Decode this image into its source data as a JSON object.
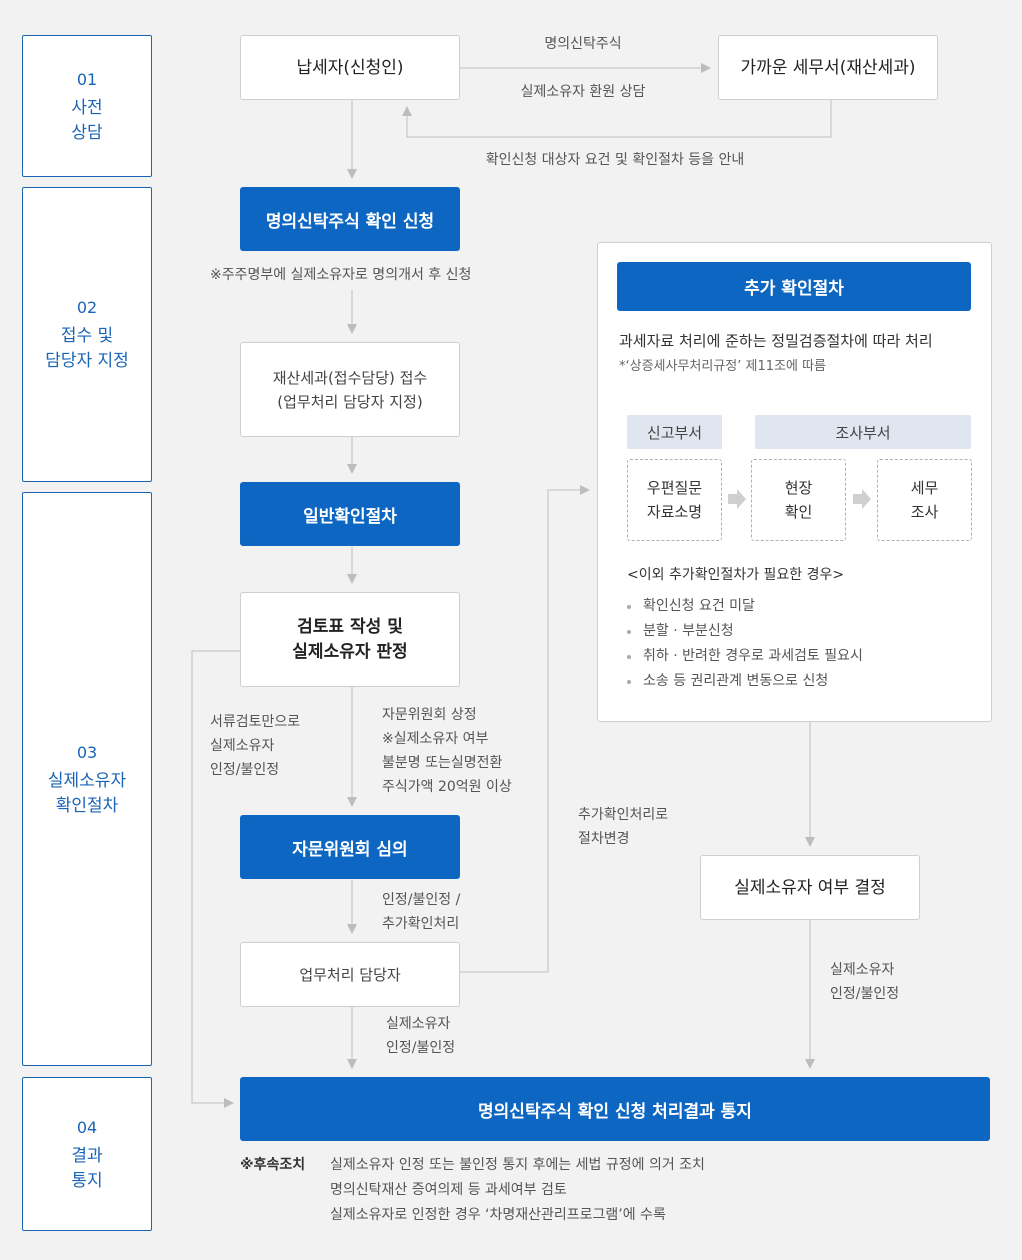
{
  "stages": [
    {
      "num": "01",
      "label": "사전\n상담"
    },
    {
      "num": "02",
      "label": "접수 및\n담당자 지정"
    },
    {
      "num": "03",
      "label": "실제소유자\n확인절차"
    },
    {
      "num": "04",
      "label": "결과\n통지"
    }
  ],
  "flow": {
    "taxpayer": "납세자(신청인)",
    "tax_office": "가까운 세무서(재산세과)",
    "consult_top": "명의신탁주식",
    "consult_bottom": "실제소유자 환원 상담",
    "guide_note": "확인신청 대상자 요건 및 확인절차 등을 안내",
    "apply": "명의신탁주식 확인 신청",
    "apply_note": "※주주명부에 실제소유자로 명의개서 후 신청",
    "receipt": "재산세과(접수담당) 접수\n(업무처리 담당자 지정)",
    "general": "일반확인절차",
    "review": "검토표 작성 및\n실제소유자 판정",
    "doc_only_note": "서류검토만으로\n실제소유자\n인정/불인정",
    "committee_note": "자문위원회 상정\n※실제소유자 여부\n불분명 또는실명전환\n주식가액 20억원 이상",
    "committee": "자문위원회 심의",
    "committee_result": "인정/불인정 /\n추가확인처리",
    "handler": "업무처리 담당자",
    "handler_result": "실제소유자\n인정/불인정",
    "change_note": "추가확인처리로\n절차변경",
    "decision": "실제소유자 여부 결정",
    "decision_result": "실제소유자\n인정/불인정",
    "final": "명의신탁주식 확인 신청 처리결과 통지"
  },
  "panel": {
    "title": "추가 확인절차",
    "desc": "과세자료 처리에 준하는 정밀검증절차에 따라 처리",
    "sub": "*‘상증세사무처리규정’ 제11조에 따름",
    "dept1": "신고부서",
    "dept2": "조사부서",
    "step1": "우편질문\n자료소명",
    "step2": "현장\n확인",
    "step3": "세무\n조사",
    "other_title": "<이외 추가확인절차가 필요한 경우>",
    "cases": [
      "확인신청 요건 미달",
      "분할 · 부분신청",
      "취하 · 반려한 경우로 과세검토 필요시",
      "소송 등 권리관계 변동으로 신청"
    ]
  },
  "followup": {
    "label": "※후속조치",
    "lines": [
      "실제소유자 인정 또는 불인정 통지 후에는 세법 규정에 의거 조치",
      "명의신탁재산 증여의제 등 과세여부 검토",
      "실제소유자로 인정한 경우 ‘차명재산관리프로그램’에 수록"
    ]
  },
  "colors": {
    "primary": "#0c66c2",
    "line": "#bdbdbd",
    "dept_bg": "#dfe6ef"
  }
}
